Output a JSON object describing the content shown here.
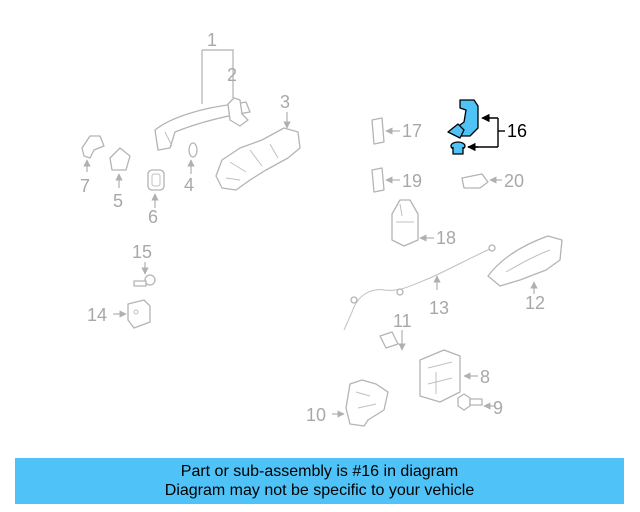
{
  "callouts": {
    "c1": "1",
    "c2": "2",
    "c3": "3",
    "c4": "4",
    "c5": "5",
    "c6": "6",
    "c7": "7",
    "c8": "8",
    "c9": "9",
    "c10": "10",
    "c11": "11",
    "c12": "12",
    "c13": "13",
    "c14": "14",
    "c15": "15",
    "c16": "16",
    "c17": "17",
    "c18": "18",
    "c19": "19",
    "c20": "20"
  },
  "highlight_color": "#4fc3f7",
  "banner": {
    "line1": "Part or sub-assembly is #16 in diagram",
    "line2": "Diagram may not be specific to your vehicle"
  }
}
